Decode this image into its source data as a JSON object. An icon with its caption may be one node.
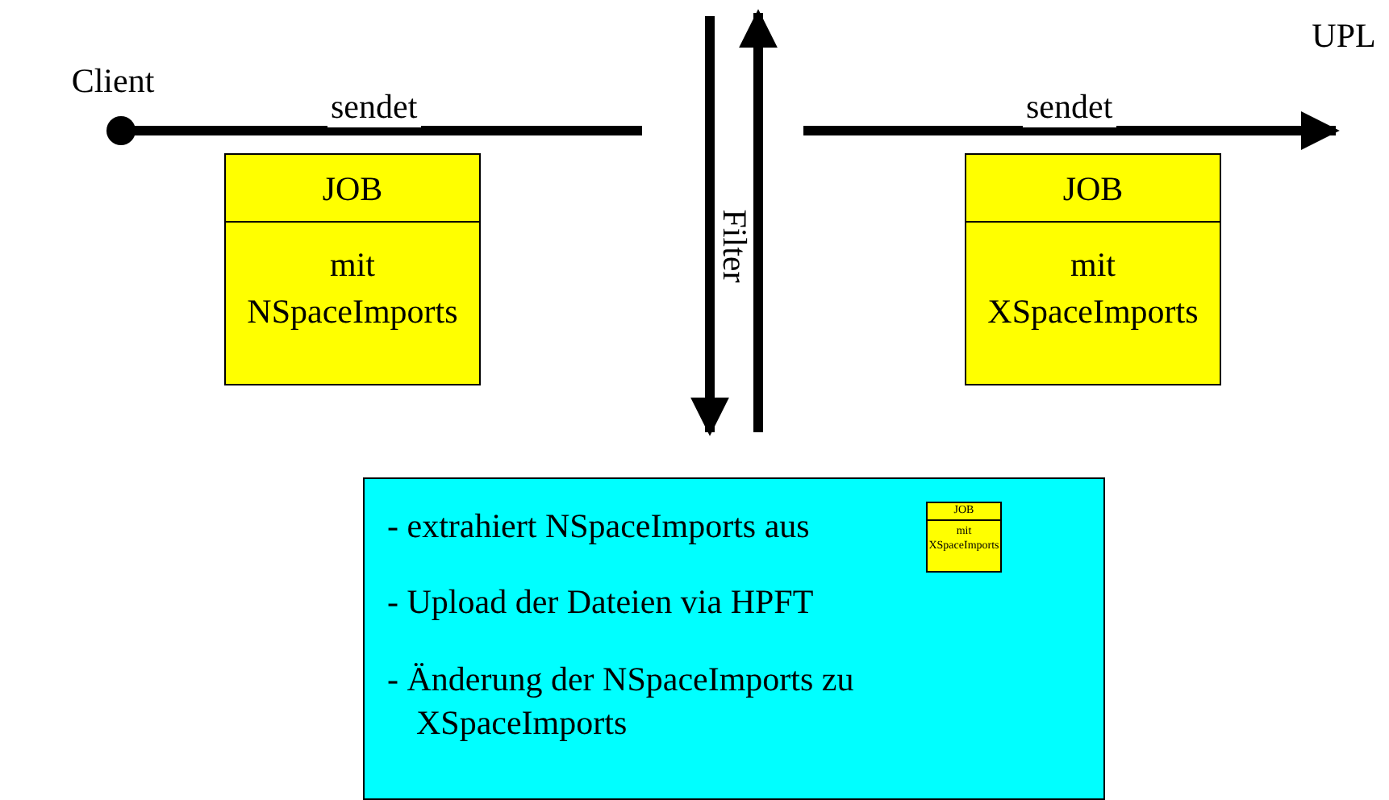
{
  "diagram": {
    "nodes": [
      {
        "text": [
          "Client"
        ]
      },
      {
        "text": [
          "JOB",
          "mit NSpaceImports"
        ]
      },
      {
        "text": [
          "JOB",
          "mit XSpaceImports"
        ]
      },
      {
        "text": [
          "UPL"
        ]
      },
      {
        "text": [
          "- extrahiert NSpaceImports aus",
          "- Upload der Dateien via HPFT",
          "- Änderung der NSpaceImports zu XSpaceImports"
        ]
      },
      {
        "text": [
          "JOB",
          "mit XSpaceImports"
        ],
        "in": 4
      }
    ],
    "edges": [
      {
        "from": 0,
        "to": null,
        "arrow": "other",
        "label": "sendet"
      },
      {
        "from": null,
        "to": 3,
        "arrow": "to",
        "label": "sendet"
      },
      {
        "from": null,
        "to": 4,
        "arrow": "to"
      },
      {
        "from": 4,
        "to": null,
        "arrow": "to"
      }
    ],
    "labels": [
      "Filter"
    ]
  }
}
